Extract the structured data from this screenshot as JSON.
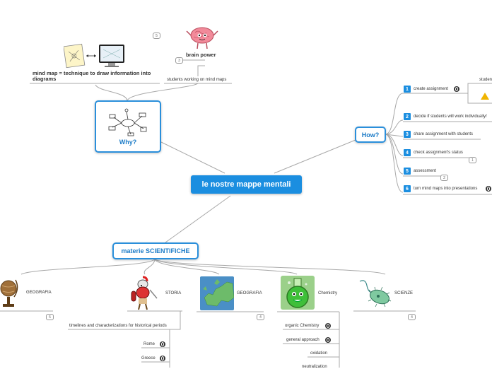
{
  "central": {
    "title": "le nostre mappe mentali"
  },
  "why": {
    "title": "Why?",
    "children": {
      "mindmap_technique": "mind map = technique to draw information into diagrams",
      "brain_power": "brain power",
      "brain_power_count": "3",
      "students_working": "students working on mind maps",
      "top_count": "5"
    }
  },
  "how": {
    "title": "How?",
    "steps": [
      {
        "num": "1",
        "label": "create assignment",
        "sub": "studen"
      },
      {
        "num": "2",
        "label": "decide if students will work individually/"
      },
      {
        "num": "3",
        "label": "share assignment with students"
      },
      {
        "num": "4",
        "label": "check assignment's status",
        "count": "1"
      },
      {
        "num": "5",
        "label": "assessment",
        "count": "2"
      },
      {
        "num": "6",
        "label": "turn mind maps into presentations"
      }
    ]
  },
  "materie": {
    "title": "materie SCIENTIFICHE",
    "branches": [
      {
        "label": "GEOGRAFIA",
        "count": "5"
      },
      {
        "label": "STORIA",
        "child": "timelines and characterizations for historical periods",
        "sub": [
          "Rome",
          "Greece"
        ]
      },
      {
        "label": "GEOGRAFIA",
        "count": "4"
      },
      {
        "label": "Chemistry",
        "sub": [
          "organic Chemistry",
          "general approach",
          "oxidation",
          "neutralization"
        ]
      },
      {
        "label": "SCIENZE",
        "count": "4"
      }
    ]
  },
  "colors": {
    "accent": "#1b8ee0",
    "line": "#a8a8a8",
    "border": "#2a8fdb"
  }
}
